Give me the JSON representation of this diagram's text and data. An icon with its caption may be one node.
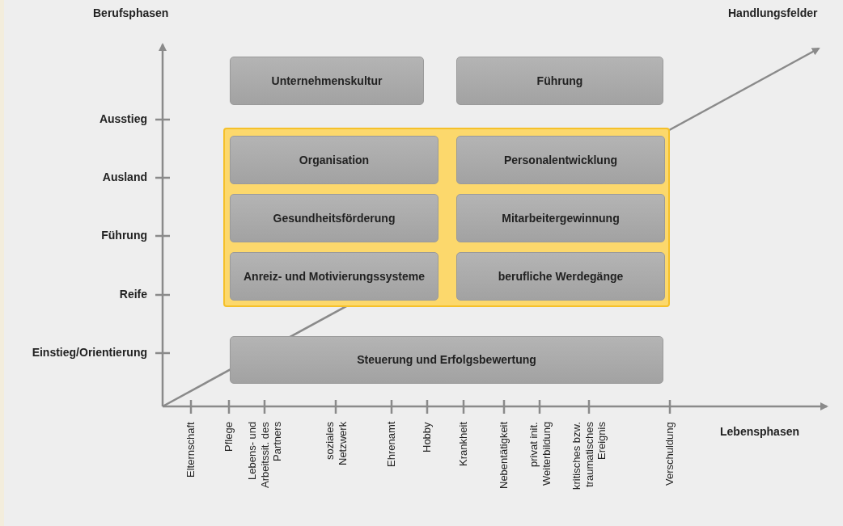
{
  "diagram": {
    "nodes": [
      {
        "text": [
          "Unternehmenskultur"
        ]
      },
      {
        "text": [
          "Führung"
        ]
      },
      {
        "text": [],
        "shape": "box"
      },
      {
        "text": [
          "Organisation"
        ],
        "in": 2
      },
      {
        "text": [
          "Personalentwicklung"
        ],
        "in": 2
      },
      {
        "text": [
          "Gesundheitsförderung"
        ],
        "in": 2
      },
      {
        "text": [
          "Mitarbeitergewinnung"
        ],
        "in": 2
      },
      {
        "text": [
          "Anreiz- und Motivierungssysteme"
        ],
        "in": 2
      },
      {
        "text": [
          "berufliche Werdegänge"
        ],
        "in": 2
      },
      {
        "text": [
          "Steuerung und Erfolgsbewertung"
        ]
      }
    ],
    "edges": [],
    "labels": [
      "Berufsphasen",
      "Handlungsfelder",
      "Ausstieg",
      "Ausland",
      "Führung",
      "Reife",
      "Einstieg/Orientierung",
      "Lebensphasen",
      "Elternschaft",
      "Pflege",
      "Lebens- und Arbeitssit. des Partners",
      "soziales Netzwerk",
      "Ehrenamt",
      "Hobby",
      "Krankheit",
      "Nebentätigkeit",
      "privat init. Weiterbildung",
      "kritisches bzw. traumatisches Ereignis",
      "Verschuldung"
    ]
  }
}
